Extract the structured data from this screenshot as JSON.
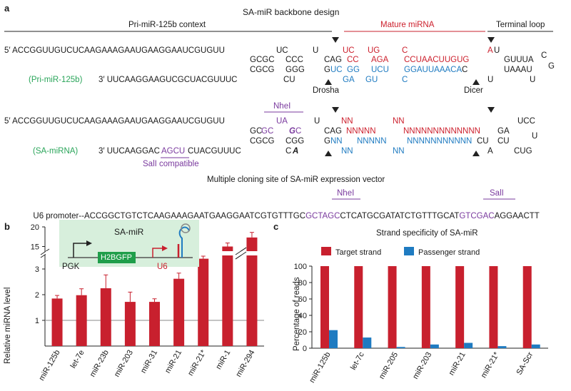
{
  "panel_a": {
    "letter": "a",
    "title": "SA-miR backbone design",
    "header_pri_context": "Pri-miR-125b context",
    "header_mature": "Mature miRNA",
    "header_loop": "Terminal loop",
    "pri": {
      "top_seq": "5′ ACCGGUUGUCUCAAGAAAGAAUGAAGGAAUCGUGUU",
      "top_frag1": "UC",
      "top_frag2": "U",
      "top_red1": "UC",
      "top_red2": "UG",
      "top_red3": "C",
      "top_red_A": "A",
      "top_loop1": "U",
      "mid1": "GCGC",
      "mid2": "CCC",
      "mid3": "CAG",
      "mid_red1": "CC",
      "mid_red2": "AGA",
      "mid_red3": "CCUAACUUGUG",
      "loop_a": "GUUUA",
      "loop_c": "C",
      "loop_g": "G",
      "bot1": "CGCG",
      "bot2": "GGG",
      "bot3_g": "G",
      "bot_blue1": "UC",
      "bot_blue2": "GG",
      "bot_blue3": "UCU",
      "bot_blue4": "GGAUUAAACA",
      "bot_C": "C",
      "loop_b": "UAAAU",
      "label": "(Pri-miR-125b)",
      "bot_seq": "3′ UUCAAGGAAGUCGCUACGUUUC",
      "bot_frag1": "CU",
      "bot_frag2": "C",
      "bot_blue5": "GA",
      "bot_blue6": "GU",
      "bot_blue7": "C",
      "bot_U1": "U",
      "bot_U2": "U",
      "drosha": "Drosha",
      "dicer": "Dicer"
    },
    "sa": {
      "nhei": "NheI",
      "top_seq": "5′ ACCGGUUGUCUCAAGAAAGAAUGAAGGAAUCGUGUU",
      "top_purple": "UA",
      "top_frag": "U",
      "top_nn1": "NN",
      "top_nn2": "NN",
      "top_ucc": "UCC",
      "mid1": "GC",
      "mid1p": "GC",
      "mid2p": "G",
      "mid2": "C",
      "mid3": "CAG",
      "mid_n1": "NNNNN",
      "mid_n2": "NNNNNNNNNNNNN",
      "mid_ga": "GA",
      "mid_u": "U",
      "bot1": "CGCG",
      "bot2": "CGG",
      "bot_g": "G",
      "bot_n1": "NN",
      "bot_n2": "NNNNN",
      "bot_n3": "NNNNNNNNNNN",
      "bot_cu": "CU",
      "bot_cu2": "CU",
      "label": "(SA-miRNA)",
      "bot_seq": "3′ UUCAAGGAC",
      "bot_purple": "AGCU",
      "bot_seq2": "CUACGUUUC",
      "bot_frag1": "C",
      "bot_frag2": "A",
      "bot_nn1": "NN",
      "bot_nn2": "NN",
      "bot_a": "A",
      "bot_cug": "CUG",
      "sali": "SalI compatible"
    },
    "mcs_title": "Multiple cloning site of SA-miR expression vector",
    "mcs_nhei": "NheI",
    "mcs_sali": "SalI",
    "mcs_seq1": "U6 promoter--ACCGGCTGTCTCAAGAAAGAATGAAGGAATCGTGTTTGC",
    "mcs_seq2": "GCTAGC",
    "mcs_seq3": "CTCATGCGATATCTGTTTGCAT",
    "mcs_seq4": "GTCGAC",
    "mcs_seq5": "AGGAACTT"
  },
  "panel_b": {
    "letter": "b",
    "inset_title": "SA-miR",
    "pgk": "PGK",
    "h2bgfp": "H2BGFP",
    "u6": "U6",
    "ylabel": "Relative miRNA level"
  },
  "panel_c": {
    "letter": "c",
    "title": "Strand specificity of SA-miR",
    "ylabel": "Percentage of reads"
  },
  "colors": {
    "red": "#c8202e",
    "blue": "#1f7bc1",
    "green": "#2aa55a",
    "purple": "#7a3a9e",
    "inset_bg": "#d7efdc",
    "box_green": "#1f9e4a"
  },
  "chart_data": [
    {
      "type": "bar",
      "panel": "b",
      "categories": [
        "miR-125b",
        "let-7e",
        "miR-23b",
        "miR-203",
        "miR-31",
        "miR-21",
        "miR-21*",
        "miR-1",
        "miR-294"
      ],
      "values": [
        1.85,
        1.98,
        2.25,
        1.72,
        1.72,
        2.62,
        3.4,
        15.0,
        17.3
      ],
      "errors": [
        0.12,
        0.25,
        0.52,
        0.38,
        0.12,
        0.22,
        0.1,
        0.9,
        1.3
      ],
      "ylabel": "Relative miRNA level",
      "yticks_lower": [
        "1",
        "2",
        "3"
      ],
      "yticks_upper": [
        "15",
        "20"
      ],
      "axis_break": [
        3.5,
        14
      ],
      "reference_line": 1
    },
    {
      "type": "bar",
      "panel": "c",
      "title": "Strand specificity of SA-miR",
      "categories": [
        "miR-125b",
        "let-7c",
        "miR-205",
        "miR-203",
        "miR-21",
        "miR-21*",
        "SA-Scr"
      ],
      "series": [
        {
          "name": "Target strand",
          "color": "#c8202e",
          "values": [
            100,
            100,
            100,
            100,
            100,
            100,
            100
          ]
        },
        {
          "name": "Passenger strand",
          "color": "#1f7bc1",
          "values": [
            22,
            13,
            1.5,
            4.5,
            6.5,
            2.5,
            4.5
          ]
        }
      ],
      "ylabel": "Percentage of reads",
      "ylim": [
        0,
        100
      ],
      "yticks": [
        "0",
        "20",
        "40",
        "60",
        "80",
        "100"
      ],
      "legend": "top"
    }
  ]
}
